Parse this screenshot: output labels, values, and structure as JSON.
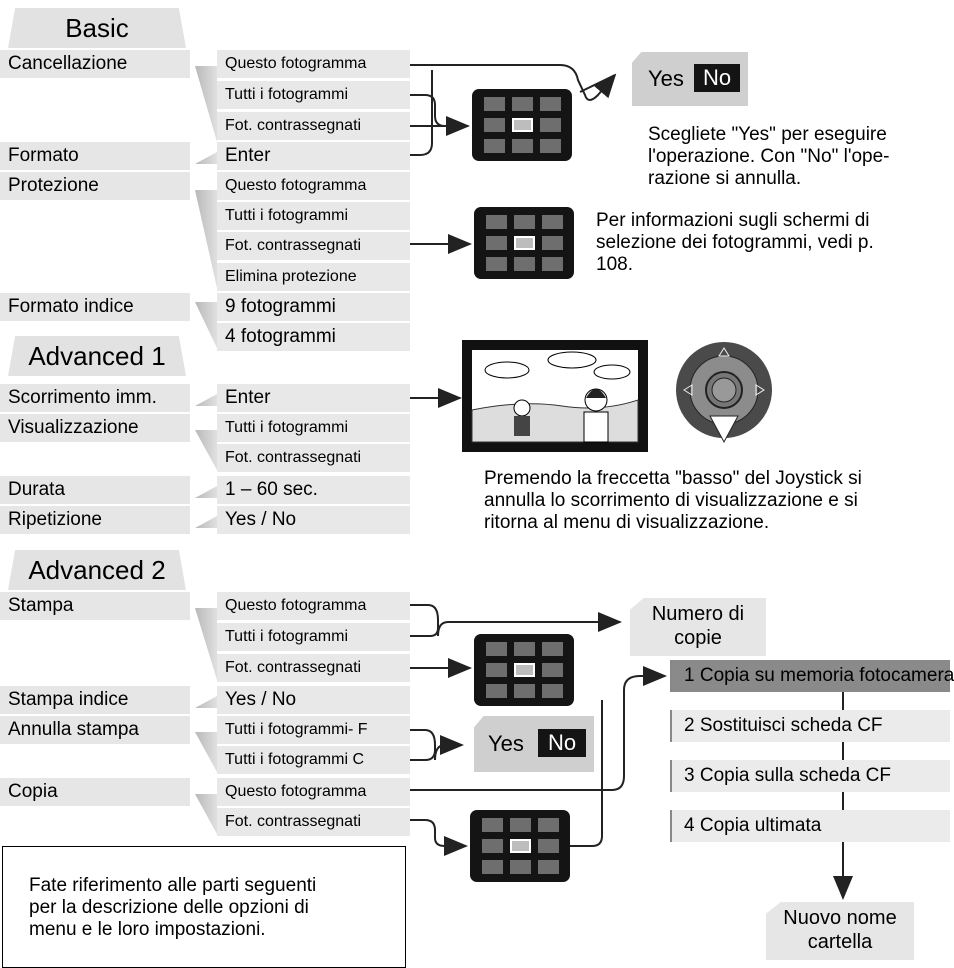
{
  "sections": {
    "basic": "Basic",
    "advanced1": "Advanced 1",
    "advanced2": "Advanced 2"
  },
  "basic": {
    "cancellazione": "Cancellazione",
    "formato": "Formato",
    "protezione": "Protezione",
    "formato_indice": "Formato indice",
    "canc_opts": [
      "Questo fotogramma",
      "Tutti i fotogrammi",
      "Fot. contrassegnati"
    ],
    "formato_opt": "Enter",
    "prot_opts": [
      "Questo fotogramma",
      "Tutti i fotogrammi",
      "Fot. contrassegnati",
      "Elimina protezione"
    ],
    "indice_opts": [
      "9  fotogrammi",
      "4  fotogrammi"
    ]
  },
  "advanced1": {
    "scorrimento": "Scorrimento imm.",
    "visualizzazione": "Visualizzazione",
    "durata": "Durata",
    "ripetizione": "Ripetizione",
    "scorr_opt": "Enter",
    "vis_opts": [
      "Tutti i fotogrammi",
      "Fot. contrassegnati"
    ],
    "durata_opt": "1 – 60 sec.",
    "rip_opt": "Yes / No"
  },
  "advanced2": {
    "stampa": "Stampa",
    "stampa_indice": "Stampa indice",
    "annulla_stampa": "Annulla stampa",
    "copia": "Copia",
    "stampa_opts": [
      "Questo fotogramma",
      "Tutti i fotogrammi",
      "Fot. contrassegnati"
    ],
    "indice_opt": "Yes / No",
    "annulla_opts": [
      "Tutti i fotogrammi- F",
      "Tutti i fotogrammi C"
    ],
    "copia_opts": [
      "Questo fotogramma",
      "Fot. contrassegnati"
    ]
  },
  "dialog": {
    "yes": "Yes",
    "no": "No"
  },
  "notes": {
    "yesno": [
      "Scegliete \"Yes\" per eseguire",
      "l'operazione. Con \"No\" l'ope-",
      "razione si annulla."
    ],
    "frames": [
      "Per informazioni sugli schermi di",
      "selezione dei fotogrammi, vedi p.",
      "108."
    ],
    "joystick": [
      "Premendo la freccetta \"basso\" del Joystick si",
      "annulla lo scorrimento di  visualizzazione e si",
      "ritorna al menu di visualizzazione."
    ]
  },
  "copies_box": [
    "Numero di",
    "copie"
  ],
  "copy_steps": [
    "1 Copia su memoria fotocamera",
    "2 Sostituisci scheda CF",
    "3 Copia sulla scheda CF",
    "4 Copia ultimata"
  ],
  "new_folder": [
    "Nuovo nome",
    "cartella"
  ],
  "info_box": [
    "Fate riferimento alle parti seguenti",
    "per la descrizione delle opzioni di",
    "menu e le loro impostazioni."
  ]
}
